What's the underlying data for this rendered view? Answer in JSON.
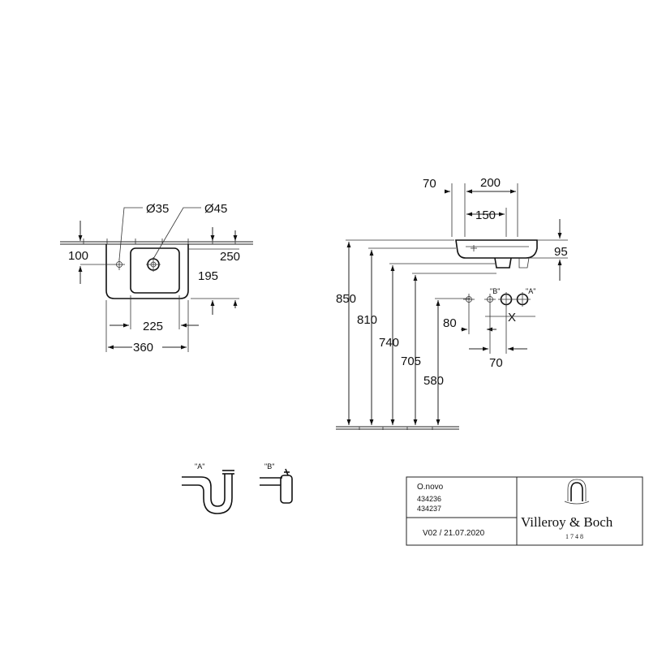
{
  "plan_view": {
    "hole_left_diameter": "Ø35",
    "hole_right_diameter": "Ø45",
    "dim_left_depth": "100",
    "dim_right_depth": "250",
    "dim_front_height": "195",
    "dim_inner_width": "225",
    "dim_total_width": "360"
  },
  "side_view": {
    "dim_top_offset": "70",
    "dim_top_width": "200",
    "dim_inner": "150",
    "dim_basin_height": "95",
    "heights": [
      "850",
      "810",
      "740",
      "705",
      "580"
    ],
    "dim_wall_offset": "80",
    "dim_hole_spacing": "70",
    "label_b": "\"B\"",
    "label_a": "\"A\"",
    "cross_mark": "X"
  },
  "siphons": {
    "label_a": "\"A\"",
    "label_b": "\"B\""
  },
  "title_block": {
    "product_name": "O.novo",
    "article_1": "434236",
    "article_2": "434237",
    "version": "V02 / 21.07.2020",
    "brand": "Villeroy & Boch",
    "brand_year": "1748"
  },
  "colors": {
    "line": "#111111",
    "background": "#ffffff"
  }
}
